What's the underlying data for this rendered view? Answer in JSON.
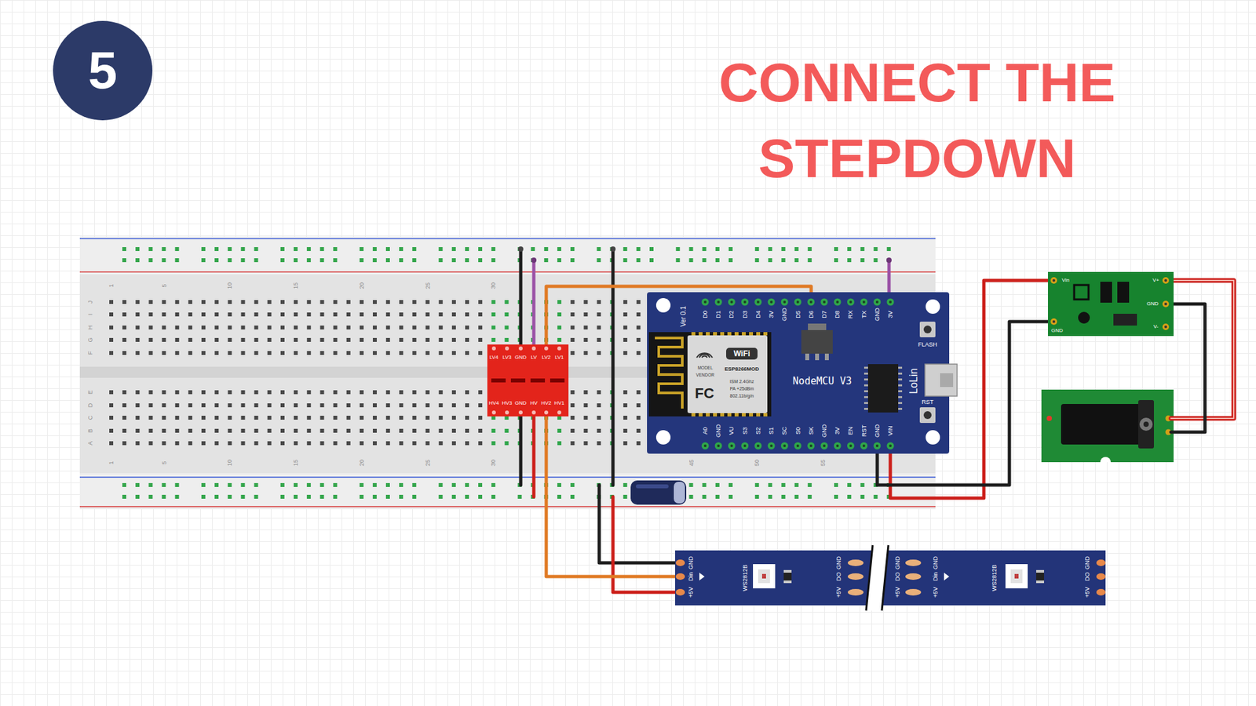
{
  "diagram": {
    "title": "CONNECT THE STEPDOWN",
    "nodes": [
      {
        "text": [
          "5"
        ]
      },
      {
        "text": [
          "LV4",
          "LV3",
          "GND",
          "LV",
          "LV2",
          "LV1",
          "HV4",
          "HV3",
          "GND",
          "HV",
          "HV2",
          "HV1"
        ]
      },
      {
        "text": [
          "Ver 0.1",
          "D0",
          "D1",
          "D2",
          "D3",
          "D4",
          "3V",
          "GND",
          "D5",
          "D6",
          "D7",
          "D8",
          "RX",
          "TX",
          "GND",
          "3V",
          "A0",
          "GND",
          "VU",
          "S3",
          "S2",
          "S1",
          "SC",
          "S0",
          "SK",
          "GND",
          "3V",
          "EN",
          "RST",
          "GND",
          "VIN",
          "WiFi",
          "MODEL",
          "VENDOR",
          "ESP8266MOD",
          "ISM 2.4Ghz",
          "PA +25dBm",
          "802.11b/g/n",
          "FC",
          "NodeMCU V3",
          "LoLin",
          "FLASH",
          "RST"
        ]
      },
      {
        "text": [
          "Vin",
          "GND",
          "V+",
          "GND",
          "V-"
        ]
      },
      {
        "text": [
          "GND",
          "Din",
          "+5V",
          "WS2812B",
          "GND",
          "DO",
          "+5V",
          "GND",
          "DO",
          "+5V",
          "GND",
          "Din",
          "+5V",
          "WS2812B",
          "GND",
          "DO",
          "+5V"
        ]
      }
    ],
    "edges": [
      {
        "from": 2,
        "to": 1,
        "arrow": "none"
      },
      {
        "from": 1,
        "to": 4,
        "arrow": "none"
      },
      {
        "from": 2,
        "to": 3,
        "arrow": "none"
      },
      {
        "from": 2,
        "to": 3,
        "arrow": "none"
      }
    ],
    "labels": [
      "1",
      "5",
      "10",
      "15",
      "20",
      "25",
      "30",
      "1",
      "5",
      "10",
      "15",
      "20",
      "25",
      "30",
      "45",
      "50",
      "55",
      "J",
      "I",
      "H",
      "G",
      "F",
      "E",
      "D",
      "C",
      "B",
      "A"
    ]
  }
}
